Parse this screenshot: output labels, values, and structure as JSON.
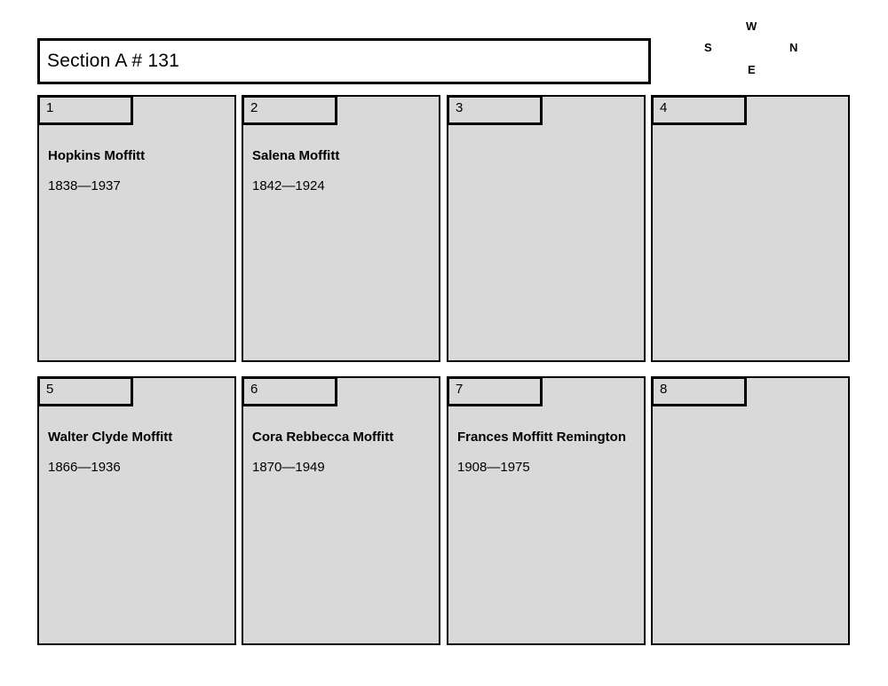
{
  "header": {
    "title": "Section A # 131"
  },
  "compass": {
    "west": "W",
    "south": "S",
    "north": "N",
    "east": "E"
  },
  "plots": [
    {
      "number": "1",
      "name": "Hopkins Moffitt",
      "dates": "1838—1937"
    },
    {
      "number": "2",
      "name": "Salena Moffitt",
      "dates": "1842—1924"
    },
    {
      "number": "3",
      "name": "",
      "dates": ""
    },
    {
      "number": "4",
      "name": "",
      "dates": ""
    },
    {
      "number": "5",
      "name": "Walter Clyde Moffitt",
      "dates": "1866—1936"
    },
    {
      "number": "6",
      "name": "Cora Rebbecca Moffitt",
      "dates": "1870—1949"
    },
    {
      "number": "7",
      "name": "Frances Moffitt Remington",
      "dates": "1908—1975"
    },
    {
      "number": "8",
      "name": "",
      "dates": ""
    }
  ],
  "colors": {
    "plot_fill": "#d9d9d9",
    "border": "#000000",
    "background": "#ffffff"
  }
}
